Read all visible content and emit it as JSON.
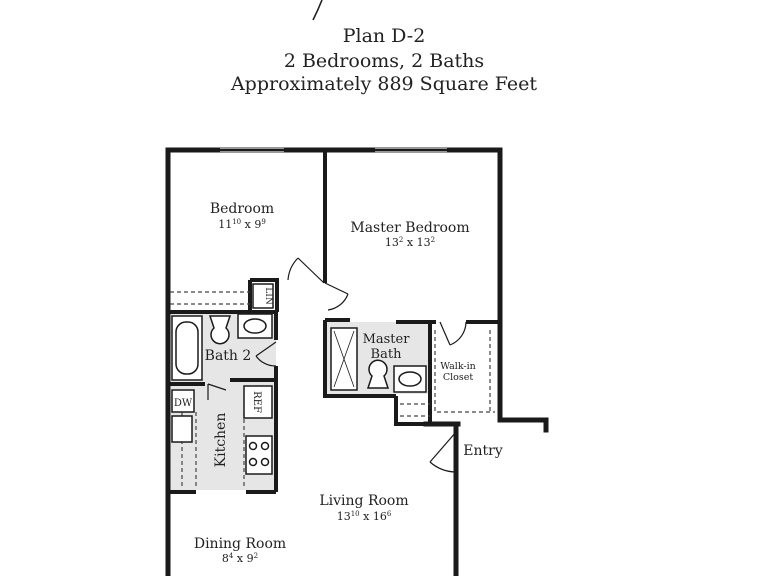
{
  "header": {
    "plan": "Plan D-2",
    "bedrooms_baths": "2 Bedrooms, 2 Baths",
    "area": "Approximately 889 Square Feet"
  },
  "rooms": {
    "bedroom": {
      "name": "Bedroom",
      "dims_main": "11",
      "dims_sup1": "10",
      "dims_x": " x 9",
      "dims_sup2": "9"
    },
    "master_bedroom": {
      "name": "Master Bedroom",
      "dims_main": "13",
      "dims_sup1": "2",
      "dims_x": " x 13",
      "dims_sup2": "2"
    },
    "master_bath": {
      "line1": "Master",
      "line2": "Bath"
    },
    "walk_in_closet": {
      "line1": "Walk-in",
      "line2": "Closet"
    },
    "bath2": {
      "name": "Bath 2"
    },
    "kitchen": {
      "name": "Kitchen"
    },
    "living_room": {
      "name": "Living Room",
      "dims_main": "13",
      "dims_sup1": "10",
      "dims_x": " x 16",
      "dims_sup2": "6"
    },
    "dining_room": {
      "name": "Dining Room",
      "dims_main": "8",
      "dims_sup1": "4",
      "dims_x": " x 9",
      "dims_sup2": "2"
    },
    "entry": {
      "name": "Entry"
    }
  },
  "fixtures": {
    "linen": "LIN",
    "dishwasher": "DW",
    "refrigerator": "REF"
  },
  "colors": {
    "wall": "#1a1a1a",
    "wet_area": "#e6e6e6",
    "text": "#222222"
  }
}
